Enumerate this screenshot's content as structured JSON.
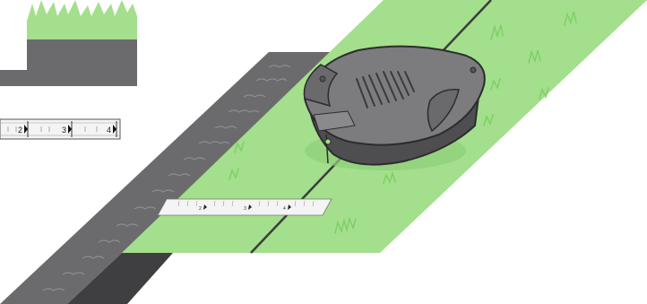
{
  "colors": {
    "grass": "#a3df8c",
    "grass_detail": "#8fd37a",
    "stone": "#6b6b6d",
    "stone_dark": "#4e4e50",
    "stone_detail": "#8c8c8e",
    "mower_body": "#7c7c7e",
    "mower_dark": "#555557",
    "mower_edge": "#3a3a3c",
    "cable": "#3c3c3c",
    "ruler": "#f4f4f4"
  },
  "inset": {
    "icon": "grass-and-edge-profile-icon"
  },
  "ruler_left": {
    "ticks": [
      {
        "label": "2"
      },
      {
        "label": "3"
      },
      {
        "label": "4"
      }
    ]
  },
  "ruler_scene": {
    "ticks": [
      {
        "label": "2"
      },
      {
        "label": "3"
      },
      {
        "label": "4"
      }
    ]
  },
  "mower": {
    "icon": "robotic-mower-icon"
  }
}
